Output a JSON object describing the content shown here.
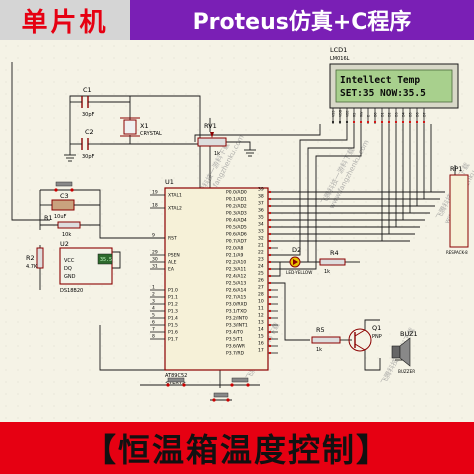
{
  "header": {
    "left_title": "单片机",
    "right_title": "Proteus仿真+C程序"
  },
  "footer": {
    "title": "【恒温箱温度控制】"
  },
  "colors": {
    "header_left_bg": "#d5d5d5",
    "header_left_text": "#e60012",
    "header_right_bg": "#7a1fb5",
    "footer_bg": "#e60012",
    "wire": "#1a1a1a",
    "component_outline": "#8b0000",
    "lcd_screen": "#a8d08d"
  },
  "lcd": {
    "ref": "LCD1",
    "model": "LM016L",
    "line1": "Intellect Temp",
    "line2": "SET:35  NOW:35.5",
    "pins": [
      "VSS",
      "VDD",
      "VEE",
      "RS",
      "RW",
      "E",
      "D0",
      "D1",
      "D2",
      "D3",
      "D4",
      "D5",
      "D6",
      "D7"
    ]
  },
  "mcu": {
    "ref": "U1",
    "model": "AT89C52",
    "left_pins": [
      {
        "num": "19",
        "name": "XTAL1"
      },
      {
        "num": "18",
        "name": "XTAL2"
      },
      {
        "num": "9",
        "name": "RST"
      },
      {
        "num": "29",
        "name": "PSEN"
      },
      {
        "num": "30",
        "name": "ALE"
      },
      {
        "num": "31",
        "name": "EA"
      },
      {
        "num": "1",
        "name": "P1.0"
      },
      {
        "num": "2",
        "name": "P1.1"
      },
      {
        "num": "3",
        "name": "P1.2"
      },
      {
        "num": "4",
        "name": "P1.3"
      },
      {
        "num": "5",
        "name": "P1.4"
      },
      {
        "num": "6",
        "name": "P1.5"
      },
      {
        "num": "7",
        "name": "P1.6"
      },
      {
        "num": "8",
        "name": "P1.7"
      }
    ],
    "right_pins": [
      {
        "num": "39",
        "name": "P0.0/AD0"
      },
      {
        "num": "38",
        "name": "P0.1/AD1"
      },
      {
        "num": "37",
        "name": "P0.2/AD2"
      },
      {
        "num": "36",
        "name": "P0.3/AD3"
      },
      {
        "num": "35",
        "name": "P0.4/AD4"
      },
      {
        "num": "34",
        "name": "P0.5/AD5"
      },
      {
        "num": "33",
        "name": "P0.6/AD6"
      },
      {
        "num": "32",
        "name": "P0.7/AD7"
      },
      {
        "num": "21",
        "name": "P2.0/A8"
      },
      {
        "num": "22",
        "name": "P2.1/A9"
      },
      {
        "num": "23",
        "name": "P2.2/A10"
      },
      {
        "num": "24",
        "name": "P2.3/A11"
      },
      {
        "num": "25",
        "name": "P2.4/A12"
      },
      {
        "num": "26",
        "name": "P2.5/A13"
      },
      {
        "num": "27",
        "name": "P2.6/A14"
      },
      {
        "num": "28",
        "name": "P2.7/A15"
      },
      {
        "num": "10",
        "name": "P3.0/RXD"
      },
      {
        "num": "11",
        "name": "P3.1/TXD"
      },
      {
        "num": "12",
        "name": "P3.2/INT0"
      },
      {
        "num": "13",
        "name": "P3.3/INT1"
      },
      {
        "num": "14",
        "name": "P3.4/T0"
      },
      {
        "num": "15",
        "name": "P3.5/T1"
      },
      {
        "num": "16",
        "name": "P3.6/WR"
      },
      {
        "num": "17",
        "name": "P3.7/RD"
      }
    ]
  },
  "components": {
    "c1": {
      "ref": "C1",
      "value": "30pF"
    },
    "c2": {
      "ref": "C2",
      "value": "30pF"
    },
    "c3": {
      "ref": "C3",
      "value": "10uF"
    },
    "x1": {
      "ref": "X1",
      "value": "CRYSTAL"
    },
    "r1": {
      "ref": "R1",
      "value": "10k"
    },
    "r2": {
      "ref": "R2",
      "value": "4.7K"
    },
    "r4": {
      "ref": "R4",
      "value": "1k"
    },
    "r5": {
      "ref": "R5",
      "value": "1k"
    },
    "rv1": {
      "ref": "RV1",
      "value": "1k"
    },
    "rp1": {
      "ref": "RP1",
      "value": "RESPACK-8"
    },
    "d2": {
      "ref": "D2",
      "value": "LED-YELLOW"
    },
    "q1": {
      "ref": "Q1",
      "value": "PNP"
    },
    "buz1": {
      "ref": "BUZ1",
      "value": "BUZZER"
    },
    "u2": {
      "ref": "U2",
      "value": "DS18B20",
      "pins": [
        "VCC",
        "DQ",
        "GND"
      ],
      "reading": "35.5"
    },
    "text_placeholder": "<TEXT>"
  },
  "watermark": {
    "cn": "飞腾科技一游料下载",
    "url": "www.fangzhenku.com"
  }
}
